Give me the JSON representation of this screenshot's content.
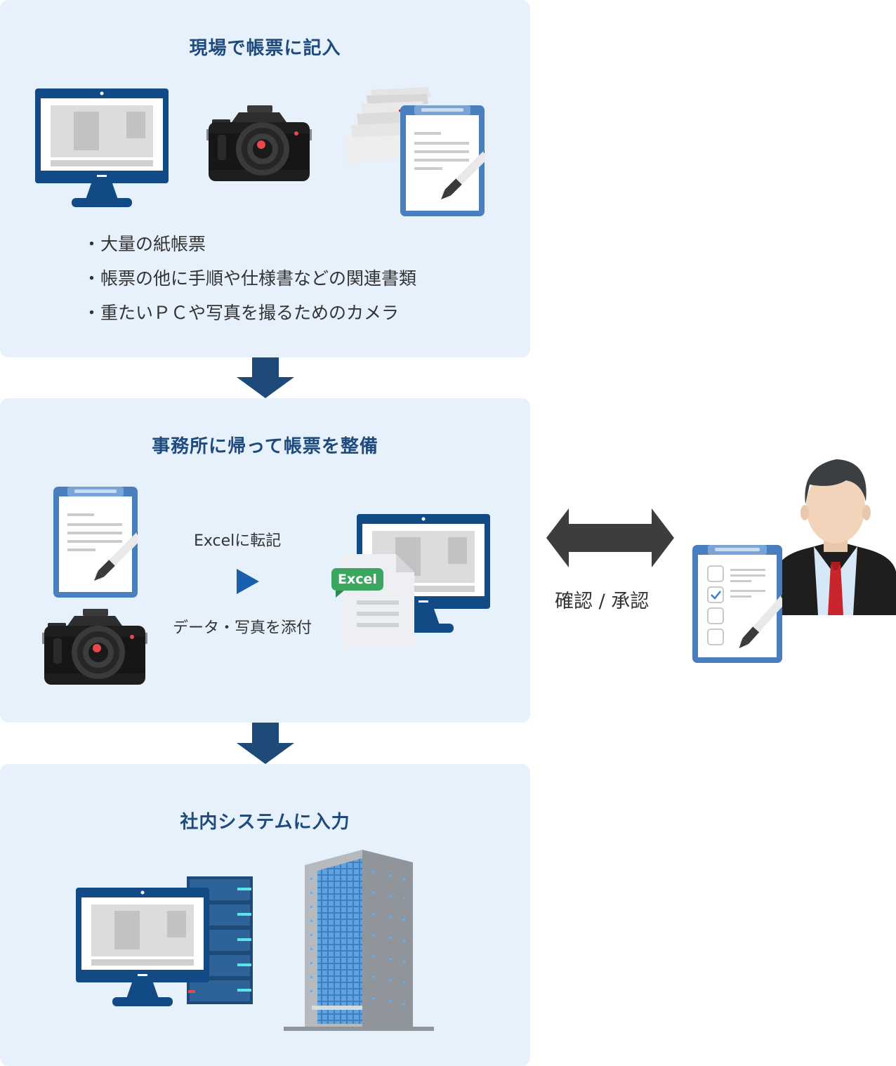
{
  "step1": {
    "title": "現場で帳票に記入",
    "bullets": [
      "・大量の紙帳票",
      "・帳票の他に手順や仕様書などの関連書類",
      "・重たいＰＣや写真を撮るためのカメラ"
    ]
  },
  "step2": {
    "title": "事務所に帰って帳票を整備",
    "transcribe_label": "Excelに転記",
    "attach_label": "データ・写真を添付",
    "excel_badge": "Excel"
  },
  "step3": {
    "title": "社内システムに入力"
  },
  "approval": {
    "label": "確認 / 承認"
  },
  "colors": {
    "panel_bg": "#e6f1fc",
    "title": "#1f4a7c",
    "arrow": "#1d4a78",
    "monitor": "#114a85",
    "clipboard": "#4a7fbf",
    "excel_green": "#3aa660",
    "double_arrow": "#3d3d3d"
  }
}
